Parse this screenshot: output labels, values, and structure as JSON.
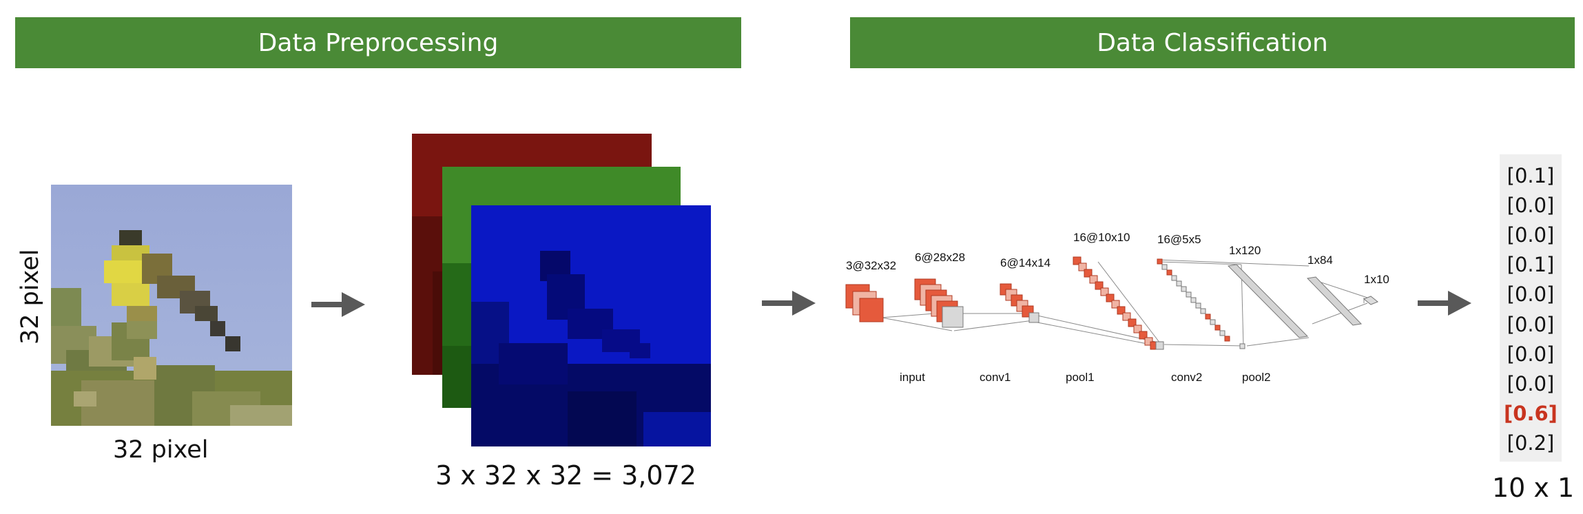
{
  "banners": {
    "preprocessing": "Data Preprocessing",
    "classification": "Data Classification"
  },
  "image_labels": {
    "height": "32 pixel",
    "width": "32 pixel"
  },
  "channels_formula": "3 x 32 x 32 = 3,072",
  "cnn": {
    "shapes": [
      "3@32x32",
      "6@28x28",
      "6@14x14",
      "16@10x10",
      "16@5x5",
      "1x120",
      "1x84",
      "1x10"
    ],
    "layers": [
      "input",
      "conv1",
      "pool1",
      "conv2",
      "pool2"
    ]
  },
  "output": {
    "values": [
      "[0.1]",
      "[0.0]",
      "[0.0]",
      "[0.1]",
      "[0.0]",
      "[0.0]",
      "[0.0]",
      "[0.0]",
      "[0.6]",
      "[0.2]"
    ],
    "highlight_index": 8,
    "dims": "10 x 1"
  },
  "colors": {
    "banner": "#4a8a36",
    "red_channel": "#7a1510",
    "green_channel": "#3f8a28",
    "blue_channel": "#0a18c4",
    "highlight": "#c8341f",
    "cnn_feature": "#e55a3c"
  }
}
